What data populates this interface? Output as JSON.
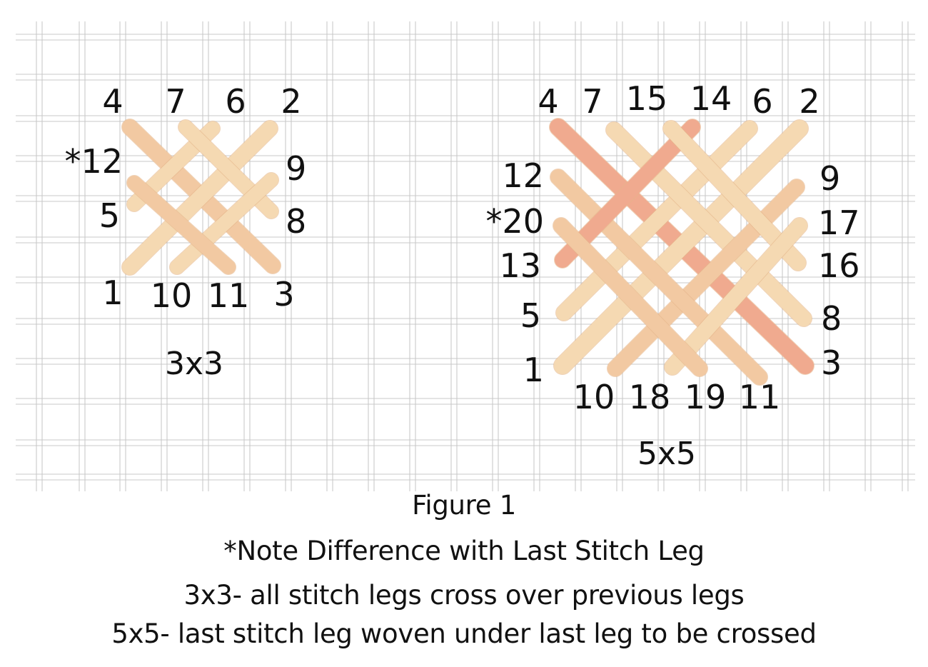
{
  "colors": {
    "canvas_line": "#c9c9c9",
    "canvas_bg": "#ffffff",
    "thread_light": "#f5d9b2",
    "thread_mid": "#f2c9a2",
    "thread_pink": "#f0aa8f",
    "thread_edge": "#e4b58a",
    "text": "#111111"
  },
  "diagram_3x3": {
    "title": "3x3",
    "labels": {
      "top": [
        "4",
        "7",
        "6",
        "2"
      ],
      "left": [
        "*12",
        "5"
      ],
      "right": [
        "9",
        "8"
      ],
      "bottom": [
        "1",
        "10",
        "11",
        "3"
      ]
    }
  },
  "diagram_5x5": {
    "title": "5x5",
    "labels": {
      "top": [
        "4",
        "7",
        "15",
        "14",
        "6",
        "2"
      ],
      "left": [
        "12",
        "*20",
        "13",
        "5",
        "1"
      ],
      "right": [
        "9",
        "17",
        "16",
        "8",
        "3"
      ],
      "bottom": [
        "10",
        "18",
        "19",
        "11"
      ]
    }
  },
  "caption": {
    "figure": "Figure 1",
    "note": "*Note Difference with Last Stitch Leg",
    "line_3x3": "3x3- all stitch legs cross over previous legs",
    "line_5x5": "5x5- last stitch leg woven under last leg to be crossed"
  }
}
